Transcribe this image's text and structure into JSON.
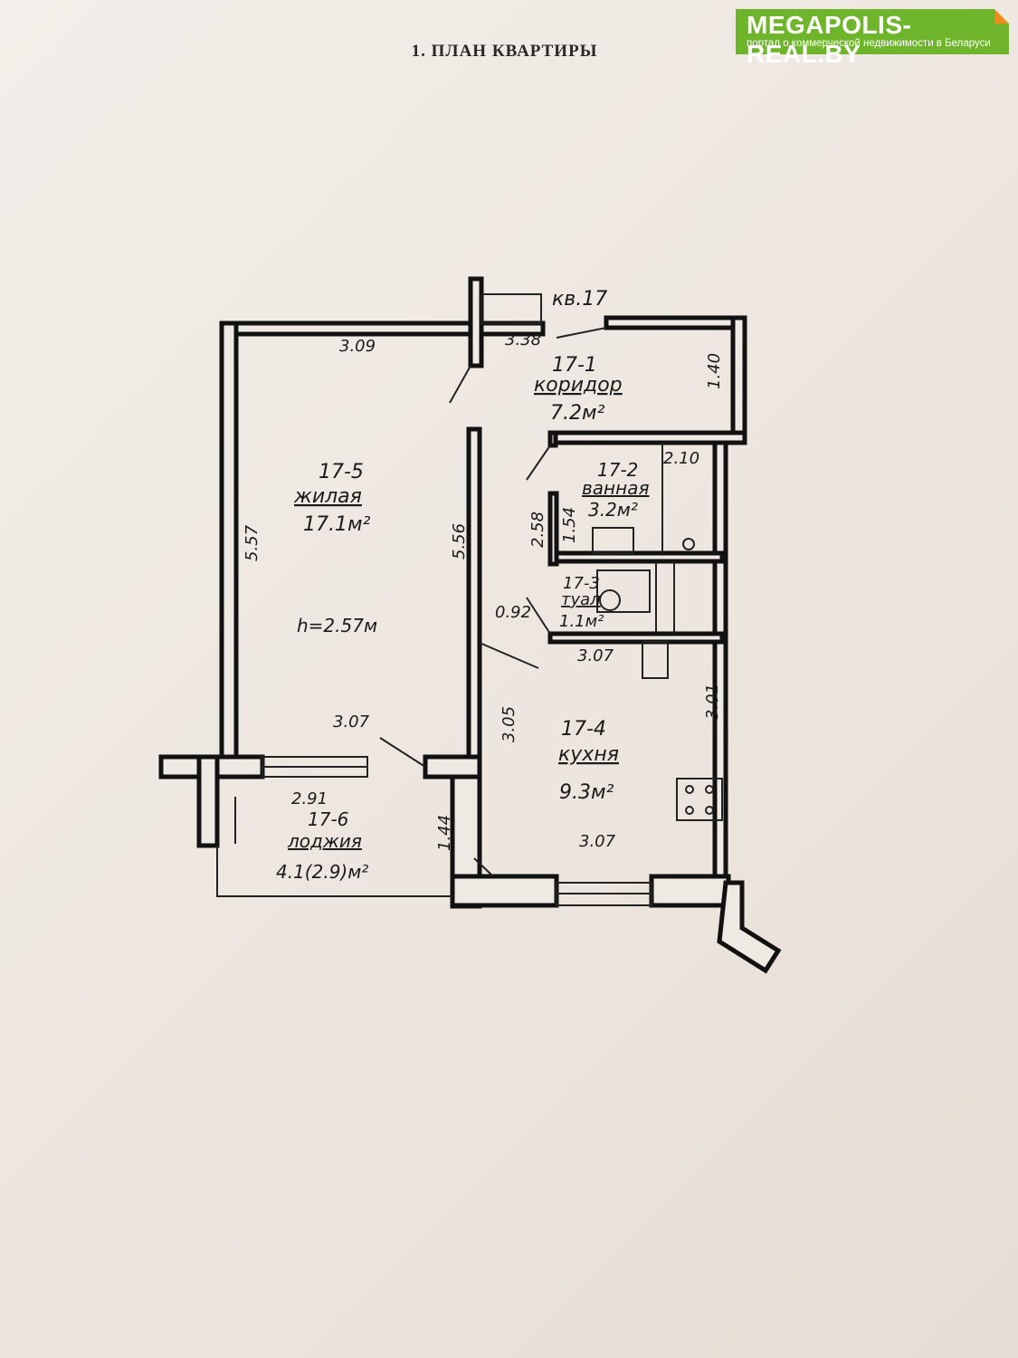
{
  "header": {
    "title": "1. ПЛАН КВАРТИРЫ"
  },
  "watermark": {
    "brand": "MEGAPOLIS-REAL.BY",
    "tagline": "портал о коммерческой недвижимости в Беларуси"
  },
  "plan": {
    "apartment": "кв.17",
    "ceiling_height": "h=2.57м",
    "rooms": [
      {
        "id": "17-1",
        "name": "коридор",
        "area": "7.2м²"
      },
      {
        "id": "17-2",
        "name": "ванная",
        "area": "3.2м²"
      },
      {
        "id": "17-3",
        "name": "туал",
        "area": "1.1м²"
      },
      {
        "id": "17-4",
        "name": "кухня",
        "area": "9.3м²"
      },
      {
        "id": "17-5",
        "name": "жилая",
        "area": "17.1м²"
      },
      {
        "id": "17-6",
        "name": "лоджия",
        "area": "4.1(2.9)м²"
      }
    ],
    "dimensions": {
      "living_top": "3.09",
      "living_left": "5.57",
      "living_right": "5.56",
      "living_bottom": "3.07",
      "corridor_top": "3.38",
      "corridor_right": "1.40",
      "bath_right": "2.10",
      "bath_left": "2.58",
      "bath_inner": "1.54",
      "wc_door": "0.92",
      "kitchen_top": "3.07",
      "kitchen_left": "3.05",
      "kitchen_right": "3.01",
      "kitchen_bottom": "3.07",
      "loggia_top": "2.91",
      "loggia_right": "1.44"
    }
  }
}
